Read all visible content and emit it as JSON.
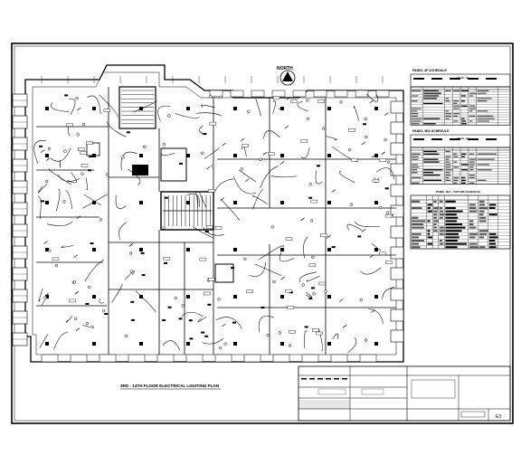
{
  "drawing": {
    "plan_title": "3RD - 14TH FLOOR ELECTRICAL LIGHTING PLAN",
    "north_label": "NORTH"
  },
  "panel_schedules": [
    {
      "title": "PANEL 4P SCHEDULE",
      "header_caption": "PANEL 4P",
      "row_count": 14
    },
    {
      "title": "PANEL 4EA SCHEDULE",
      "header_caption": "PANEL 4EA",
      "row_count": 13
    }
  ],
  "fixture_schedule": {
    "title": "PANEL 4EA - FIXTURE SCHEDULE",
    "row_count": 15
  },
  "title_block": {
    "sheet_number": "E3"
  },
  "colors": {
    "ink": "#000000",
    "paper": "#ffffff"
  }
}
